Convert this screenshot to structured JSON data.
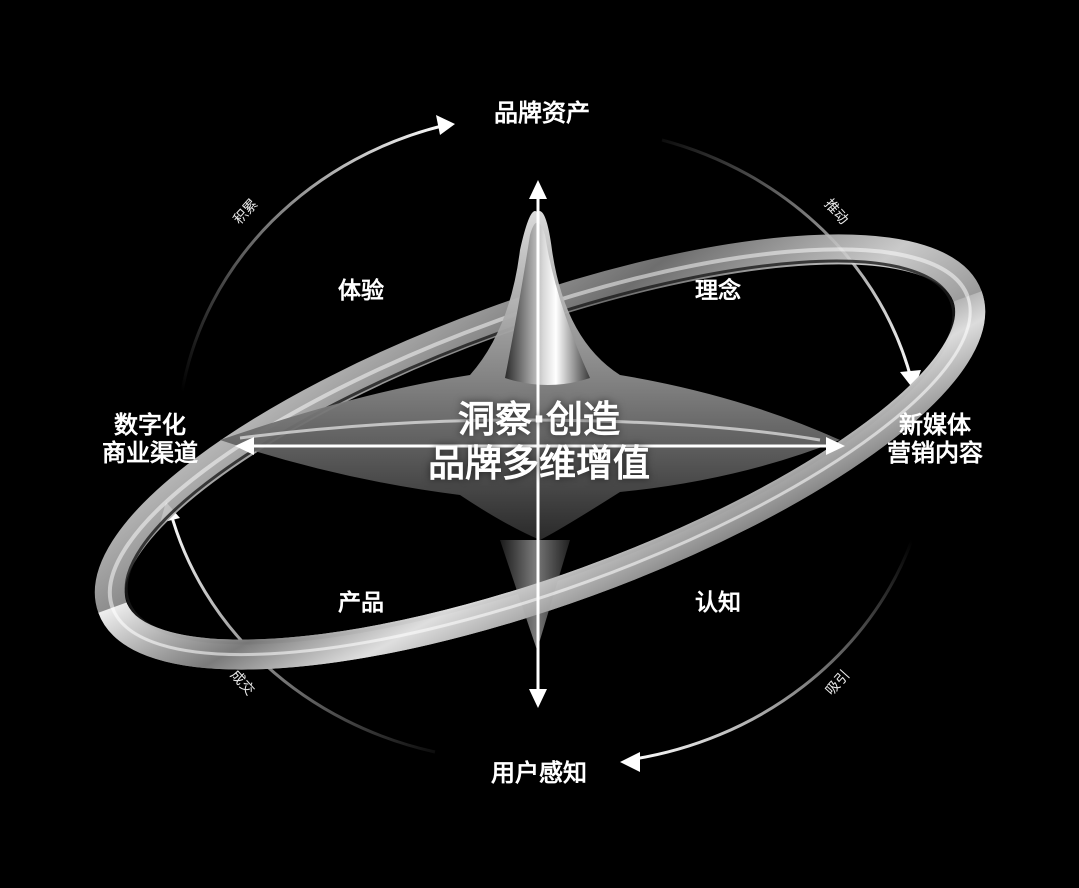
{
  "nodes": {
    "top": "品牌资产",
    "right_line1": "新媒体",
    "right_line2": "营销内容",
    "bottom": "用户感知",
    "left_line1": "数字化",
    "left_line2": "商业渠道"
  },
  "quadrants": {
    "top_left": "体验",
    "top_right": "理念",
    "bottom_left": "产品",
    "bottom_right": "认知"
  },
  "arcs": {
    "left_top": "积累",
    "right_top": "推动",
    "right_bottom": "吸引",
    "left_bottom": "成交"
  },
  "center": {
    "line1": "洞察·创造",
    "line2": "品牌多维增值"
  },
  "colors": {
    "background": "#000000",
    "text": "#ffffff",
    "arc": "#ffffff"
  }
}
